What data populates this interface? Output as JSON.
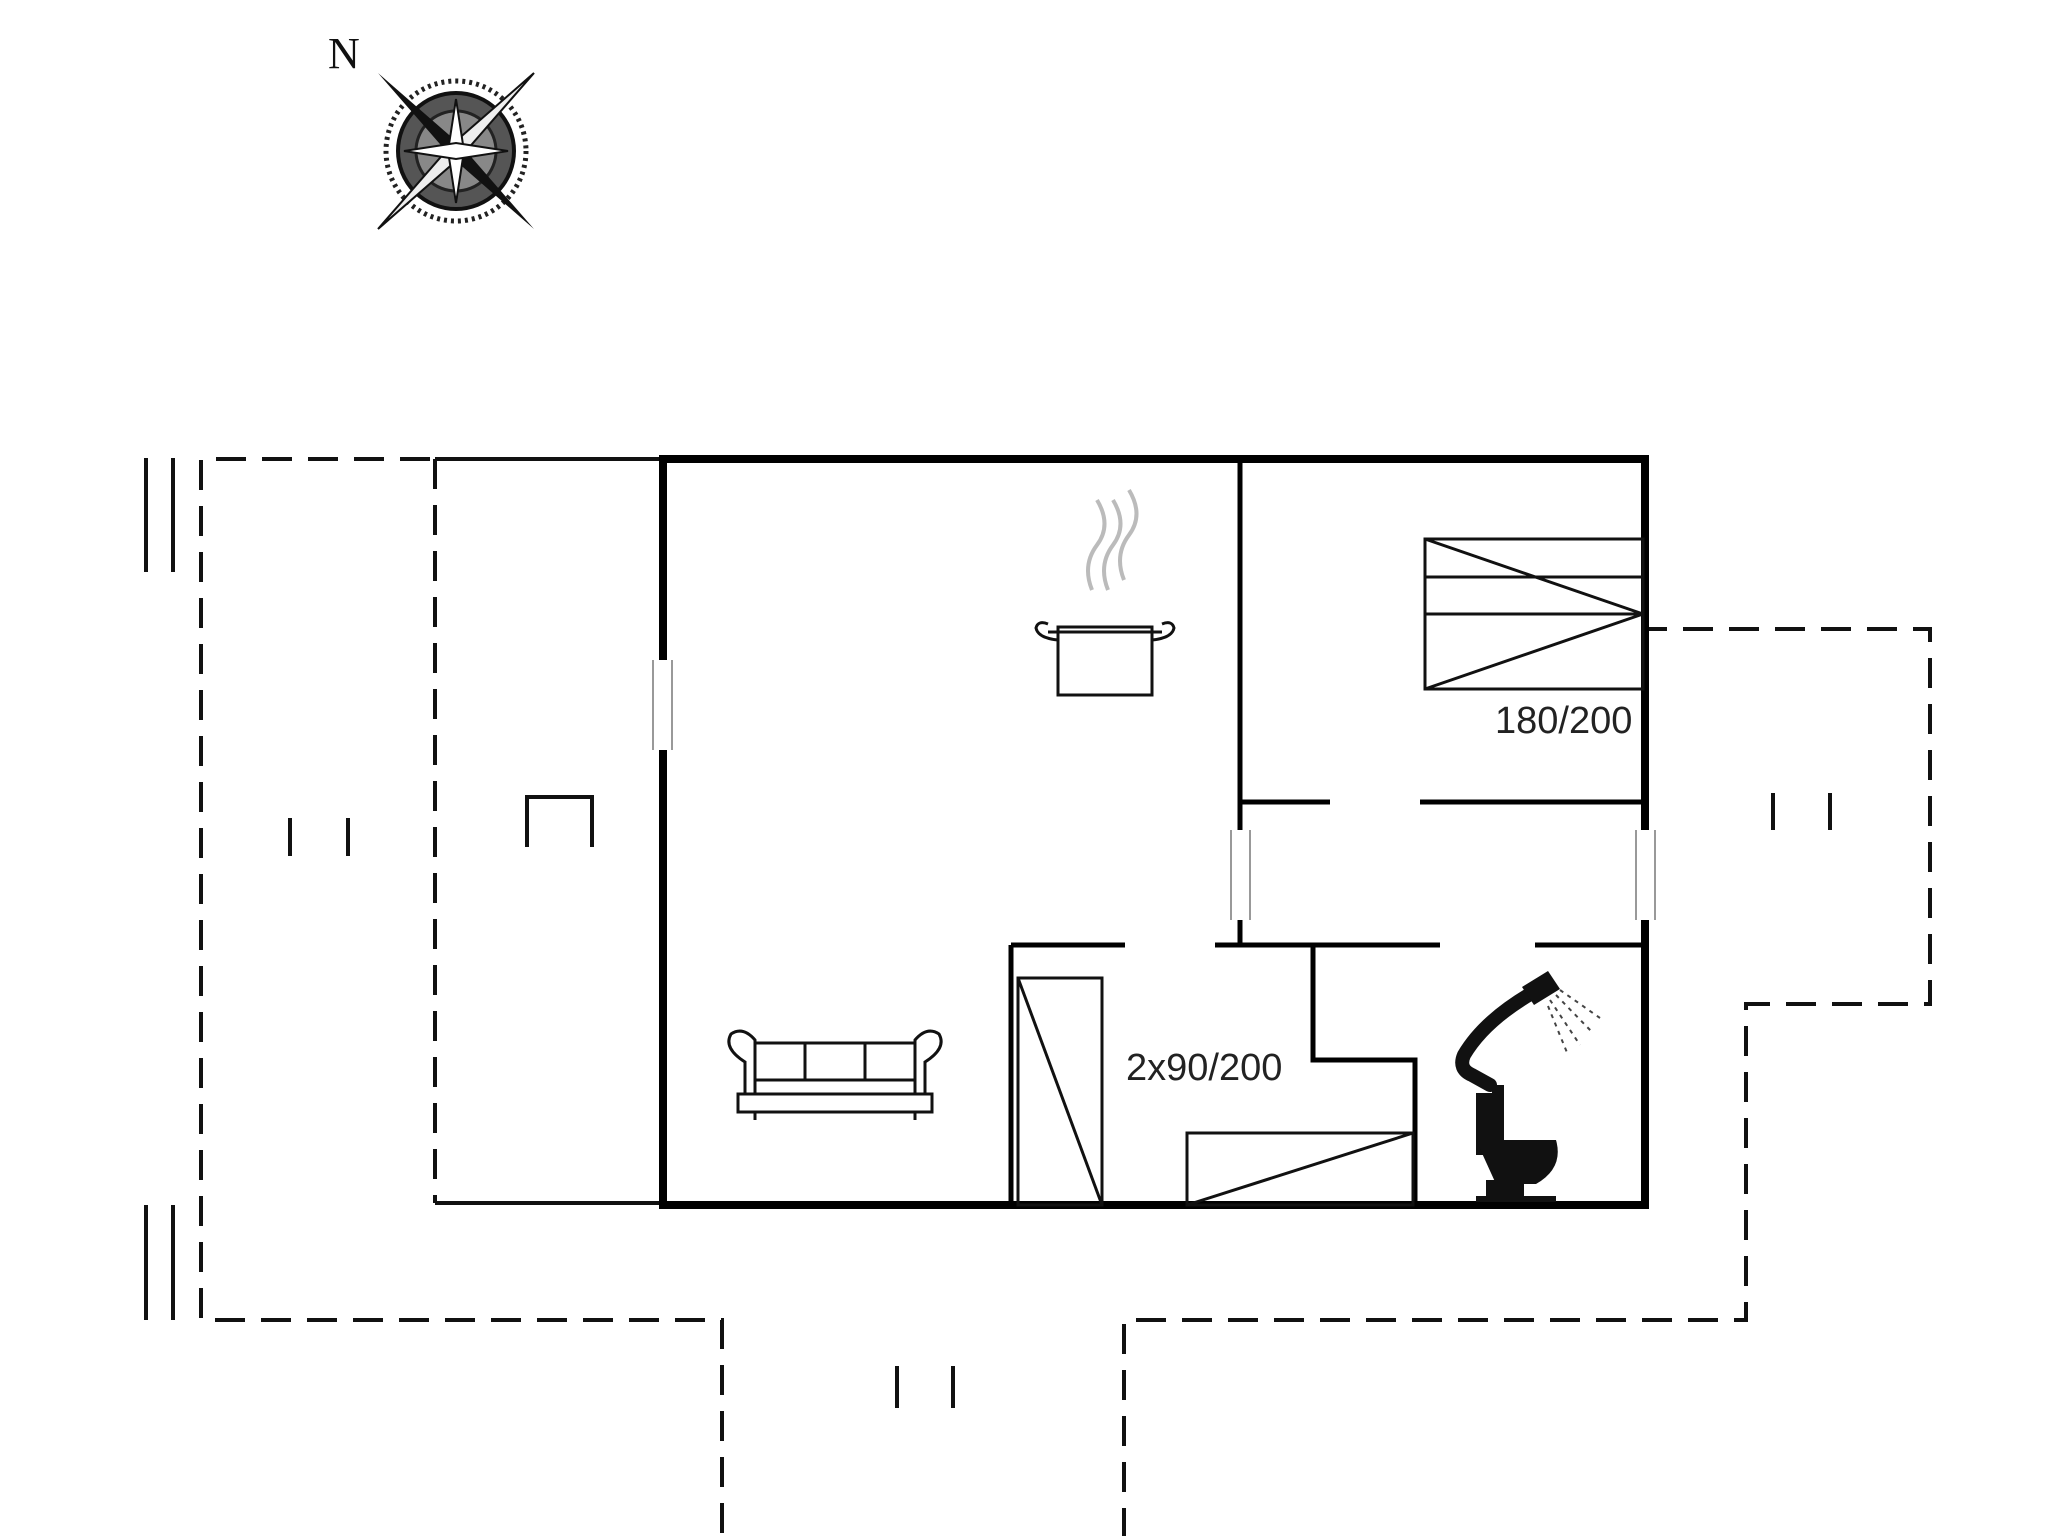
{
  "compass": {
    "north_label": "N",
    "icon": "compass-rose-icon"
  },
  "rooms": {
    "kitchen_living": {
      "icons": [
        "cooking-pot-icon",
        "sofa-icon"
      ]
    },
    "bedroom_1": {
      "bed_label": "180/200",
      "icon": "double-bed-icon"
    },
    "bedroom_2": {
      "bed_label": "2x90/200",
      "icon": "single-bed-icon"
    },
    "bathroom": {
      "icons": [
        "shower-icon",
        "toilet-icon"
      ]
    }
  },
  "colors": {
    "wall": "#000000",
    "background": "#ffffff",
    "steam": "#bbbbbb"
  }
}
